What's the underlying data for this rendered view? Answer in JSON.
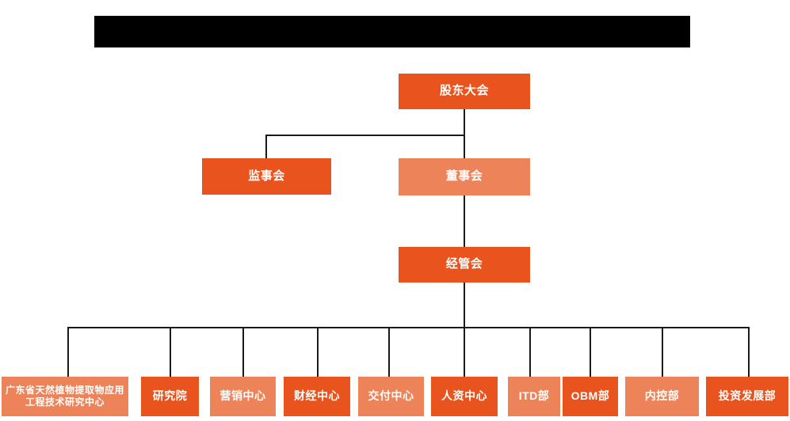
{
  "page": {
    "background_color": "#ffffff",
    "title_banner": {
      "redacted": true,
      "text": "",
      "color": "#000000"
    }
  },
  "colors": {
    "primary_orange": "#E8531E",
    "secondary_salmon": "#ED8359",
    "connector_line": "#1a1a1a",
    "node_text": "#ffffff"
  },
  "org_chart": {
    "levels": [
      {
        "name": "level-1",
        "nodes": [
          {
            "id": "shareholders-meeting",
            "label": "股东大会",
            "style": "primary"
          }
        ]
      },
      {
        "name": "level-2",
        "nodes": [
          {
            "id": "board-of-supervisors",
            "label": "监事会",
            "style": "primary"
          },
          {
            "id": "board-of-directors",
            "label": "董事会",
            "style": "secondary"
          }
        ]
      },
      {
        "name": "level-3",
        "nodes": [
          {
            "id": "management-committee",
            "label": "经管会",
            "style": "primary"
          }
        ]
      },
      {
        "name": "level-4",
        "nodes": [
          {
            "id": "engineering-research-center",
            "label": "广东省天然植物提取物应用工程技术研究中心",
            "style": "secondary"
          },
          {
            "id": "research-institute",
            "label": "研究院",
            "style": "primary"
          },
          {
            "id": "marketing-center",
            "label": "营销中心",
            "style": "secondary"
          },
          {
            "id": "finance-center",
            "label": "财经中心",
            "style": "primary"
          },
          {
            "id": "delivery-center",
            "label": "交付中心",
            "style": "secondary"
          },
          {
            "id": "hr-center",
            "label": "人资中心",
            "style": "primary"
          },
          {
            "id": "itd-department",
            "label": "ITD部",
            "style": "secondary"
          },
          {
            "id": "obm-department",
            "label": "OBM部",
            "style": "primary"
          },
          {
            "id": "internal-control-department",
            "label": "内控部",
            "style": "secondary"
          },
          {
            "id": "investment-development-department",
            "label": "投资发展部",
            "style": "primary"
          }
        ]
      }
    ]
  }
}
